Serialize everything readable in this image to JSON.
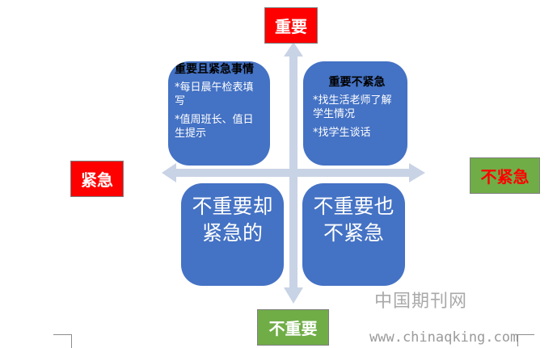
{
  "axes": {
    "top_label": "重要",
    "bottom_label": "不重要",
    "left_label": "紧急",
    "right_label": "不紧急"
  },
  "quadrants": {
    "top_left": {
      "title": "重要且紧急事情",
      "items": [
        "*每日晨午检表填写",
        "*值周班长、值日生提示"
      ]
    },
    "top_right": {
      "title": "重要不紧急",
      "items": [
        "*找生活老师了解学生情况",
        "*找学生谈话"
      ]
    },
    "bottom_left": {
      "text": "不重要却紧急的"
    },
    "bottom_right": {
      "text": "不重要也不紧急"
    }
  },
  "watermark": {
    "site_name": "中国期刊网",
    "url": "www.chinaqking.com"
  },
  "colors": {
    "quadrant_fill": "#4472c4",
    "important_label_fill": "#ff0000",
    "unimportant_label_fill": "#70ad47",
    "axis_arrow": "#c9d3e6"
  }
}
